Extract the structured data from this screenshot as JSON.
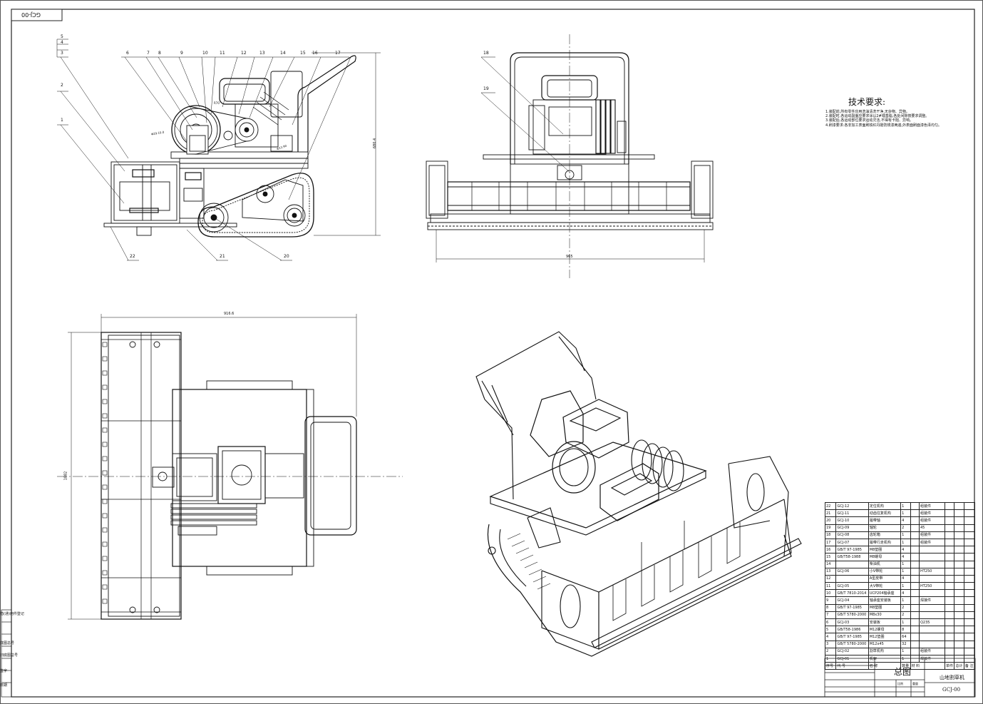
{
  "drawing_code_tab": "GCJ-00",
  "part_numbers": [
    "1",
    "2",
    "3",
    "4",
    "5",
    "6",
    "7",
    "8",
    "9",
    "10",
    "11",
    "12",
    "13",
    "14",
    "15",
    "16",
    "17",
    "18",
    "19",
    "20",
    "21",
    "22"
  ],
  "dimensions": {
    "side_height": "680.4",
    "front_width": "965",
    "top_width": "916.6",
    "top_height": "1882",
    "small_1": "Φ29.10.0",
    "small_2": "Φ23.90",
    "small_3": "R70"
  },
  "tech_requirements": {
    "title": "技术要求:",
    "lines": [
      "1.装配前,所有零件应用洗油清洗干净,无杂物、异物。",
      "2.装配时,各运动副面应要求涂以2#锂基脂,各处间隙按要求调整。",
      "3.装配后,各运动部位要求运动灵活,不得有卡阻、异响。",
      "4.刷漆要求:各非加工表面刷铁红丹酚防锈漆两遍,外表面刷面漆色泽均匀。"
    ]
  },
  "bom": {
    "rows": [
      [
        "22",
        "GCJ-12",
        "定位机构",
        "1",
        "",
        "组装件"
      ],
      [
        "21",
        "GCJ-11",
        "动齿往复机构",
        "1",
        "",
        "组装件"
      ],
      [
        "20",
        "GCJ-10",
        "履带轴",
        "4",
        "",
        "组装件"
      ],
      [
        "19",
        "GCJ-09",
        "轴轮",
        "2",
        "",
        "45"
      ],
      [
        "18",
        "GCJ-08",
        "齿轮箱",
        "1",
        "",
        "组装件"
      ],
      [
        "17",
        "GCJ-07",
        "履带行走机构",
        "1",
        "",
        "组装件"
      ],
      [
        "16",
        "GB/T 97-1985",
        "M8垫圈",
        "4",
        "",
        ""
      ],
      [
        "15",
        "GB/T58-1988",
        "M8螺母",
        "4",
        "",
        ""
      ],
      [
        "14",
        "",
        "柴油机",
        "1",
        "",
        ""
      ],
      [
        "13",
        "GCJ-06",
        "小V带轮",
        "1",
        "",
        "HT250"
      ],
      [
        "12",
        "",
        "A型皮带",
        "4",
        "",
        ""
      ],
      [
        "11",
        "GCJ-05",
        "大V带轮",
        "1",
        "",
        "HT250"
      ],
      [
        "10",
        "GB/T 7810-2014",
        "UCP204轴承座",
        "4",
        "",
        ""
      ],
      [
        "9",
        "GCJ-04",
        "轴承座安装板",
        "1",
        "",
        "焊接件"
      ],
      [
        "8",
        "GB/T 97-1985",
        "M8垫圈",
        "2",
        "",
        ""
      ],
      [
        "7",
        "GB/T 5780-2000",
        "M8x30",
        "2",
        "",
        ""
      ],
      [
        "6",
        "GCJ-03",
        "安装板",
        "1",
        "",
        "Q235"
      ],
      [
        "5",
        "GB/T58-1986",
        "M12螺母",
        "8",
        "",
        ""
      ],
      [
        "4",
        "GB/T 97-1985",
        "M12垫圈",
        "64",
        "",
        ""
      ],
      [
        "3",
        "GB/T 5780-2000",
        "M12x45",
        "32",
        "",
        ""
      ],
      [
        "2",
        "GCJ-02",
        "割草机构",
        "1",
        "",
        "组装件"
      ],
      [
        "1",
        "GCJ-01",
        "机架",
        "1",
        "",
        "焊接件"
      ]
    ],
    "header": [
      "序号",
      "代 号",
      "名 称",
      "数量",
      "材 料",
      "单件",
      "总计",
      "备 注"
    ],
    "assembly_title": "总图",
    "product_name": "山地割草机",
    "drawing_code": "GCJ-00",
    "scale_label": "比例",
    "weight_label": "重量"
  },
  "side_labels": [
    "借(通)用件登记",
    "旧底图总号",
    "底图总号",
    "签字",
    "日期"
  ]
}
